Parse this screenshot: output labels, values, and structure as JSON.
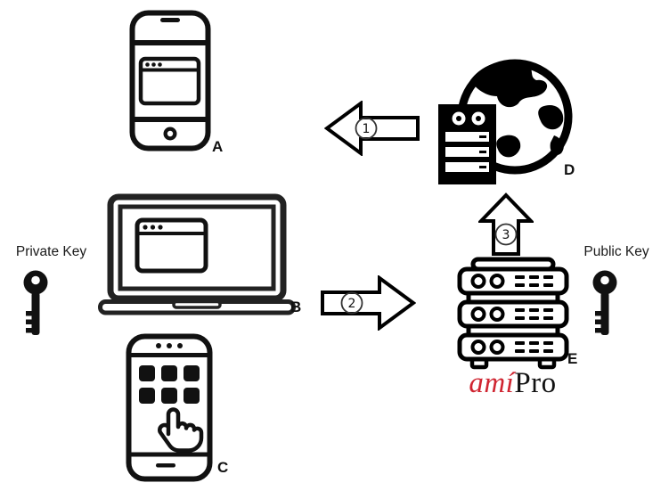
{
  "diagram": {
    "nodes": {
      "phone_a": {
        "label": "A",
        "icon": "smartphone-browser-icon"
      },
      "laptop_b": {
        "label": "B",
        "icon": "laptop-browser-icon"
      },
      "phone_c": {
        "label": "C",
        "icon": "smartphone-apps-tap-icon"
      },
      "web_server_d": {
        "label": "D",
        "icon": "globe-server-icon"
      },
      "server_rack_e": {
        "label": "E",
        "icon": "server-rack-icon"
      }
    },
    "arrows": {
      "step1": {
        "digit": "1",
        "direction": "left"
      },
      "step2": {
        "digit": "2",
        "direction": "right"
      },
      "step3": {
        "digit": "3",
        "direction": "up"
      }
    },
    "keys": {
      "private": {
        "label": "Private Key",
        "icon": "key-icon"
      },
      "public": {
        "label": "Public Key",
        "icon": "key-icon"
      }
    },
    "logo": {
      "italic_part": "amí",
      "regular_part": "Pro",
      "italic_color": "#d02531"
    },
    "colors": {
      "ink": "#111111",
      "background": "#ffffff",
      "logo_red": "#d02531"
    }
  }
}
